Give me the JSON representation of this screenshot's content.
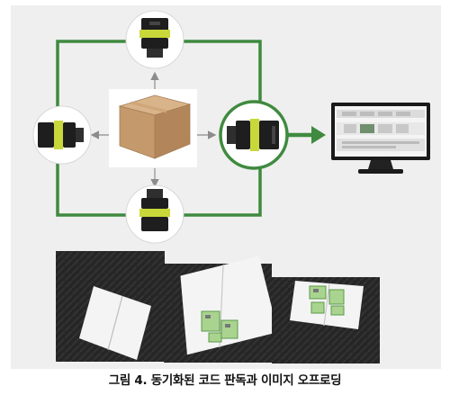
{
  "caption": "그림 4. 동기화된 코드 판독과 이미지 오프로딩",
  "colors": {
    "loop_line": "#3f8a3f",
    "background_panel": "#efefef",
    "camera_body": "#1e1e1e",
    "camera_ring": "#c8d83a",
    "arrow_gray": "#8c8c8c",
    "box_cardboard": "#c49a6c",
    "image_dark": "#2a2a2a"
  },
  "icons": {
    "cameras": [
      "camera-top",
      "camera-left",
      "camera-bottom",
      "camera-right-primary"
    ],
    "package": "cardboard-box",
    "monitor": "pc-monitor",
    "captured_images": [
      "captured-image-1",
      "captured-image-2",
      "captured-image-3"
    ]
  }
}
